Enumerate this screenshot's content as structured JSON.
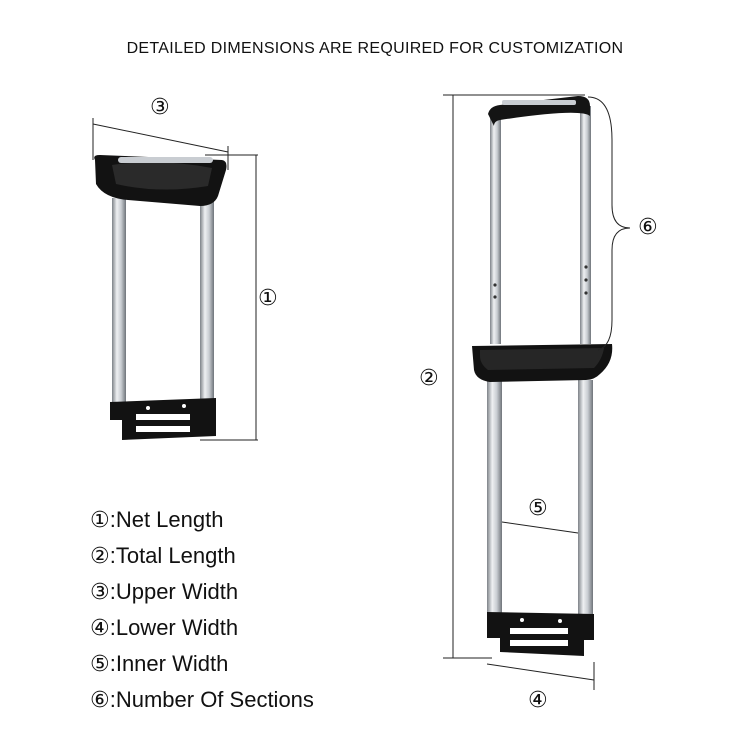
{
  "header": {
    "title": "DETAILED DIMENSIONS ARE REQUIRED FOR CUSTOMIZATION"
  },
  "markers": {
    "m1": "①",
    "m2": "②",
    "m3": "③",
    "m4": "④",
    "m5": "⑤",
    "m6": "⑥"
  },
  "legend": {
    "items": [
      {
        "label": "①:Net Length"
      },
      {
        "label": "②:Total Length"
      },
      {
        "label": "③:Upper Width"
      },
      {
        "label": "④:Lower Width"
      },
      {
        "label": "⑤:Inner Width"
      },
      {
        "label": "⑥:Number Of Sections"
      }
    ]
  },
  "colors": {
    "tube": "#c9cdd2",
    "tube_edge": "#7d8288",
    "plastic": "#111111",
    "line": "#222222"
  }
}
